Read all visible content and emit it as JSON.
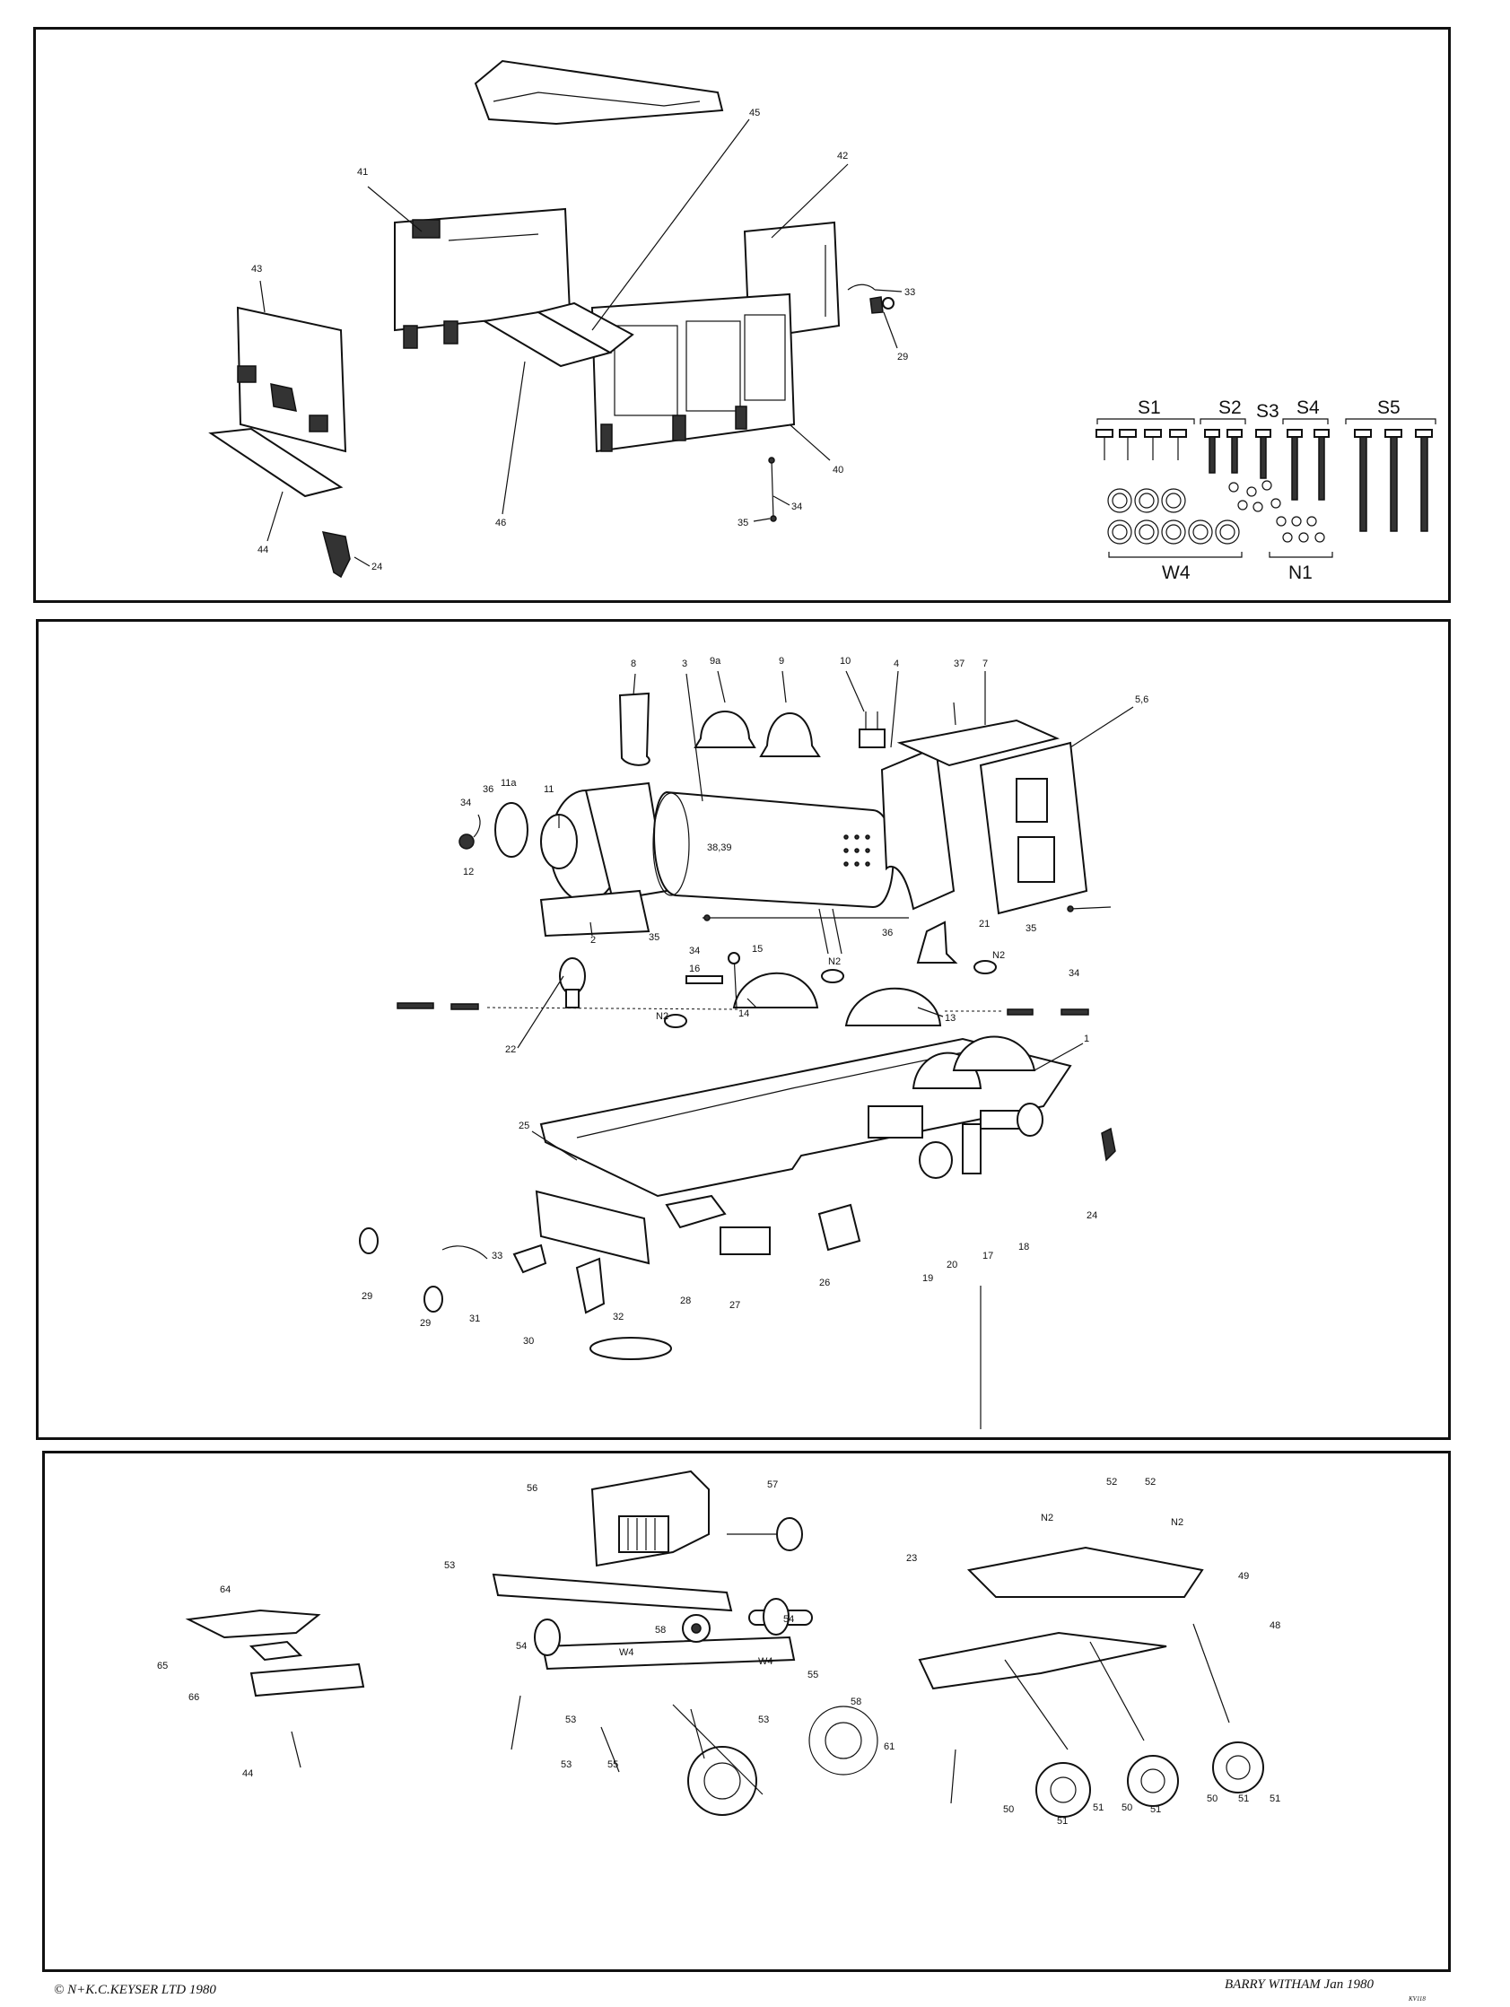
{
  "panels": {
    "top": {
      "part_labels": [
        "45",
        "41",
        "42",
        "43",
        "33",
        "29",
        "40",
        "46",
        "44",
        "24",
        "34",
        "35"
      ],
      "hardware": {
        "screws": [
          "S1",
          "S2",
          "S3",
          "S4",
          "S5"
        ],
        "washers": "W4",
        "nuts": "N1"
      }
    },
    "middle": {
      "part_labels": [
        "8",
        "3",
        "9a",
        "9",
        "10",
        "4",
        "37",
        "7",
        "5,6",
        "36",
        "11a",
        "11",
        "34",
        "12",
        "38,39",
        "2",
        "35",
        "34",
        "36",
        "21",
        "35",
        "34",
        "14",
        "13",
        "16",
        "15",
        "N2",
        "N2",
        "22",
        "N2",
        "1",
        "25",
        "33",
        "29",
        "29",
        "31",
        "30",
        "32",
        "28",
        "27",
        "26",
        "19",
        "20",
        "17",
        "18",
        "24"
      ]
    },
    "bottom": {
      "part_labels": [
        "57",
        "56",
        "23",
        "52",
        "52",
        "N2",
        "N2",
        "53",
        "49",
        "64",
        "58",
        "54",
        "48",
        "54",
        "W4",
        "W4",
        "55",
        "65",
        "66",
        "58",
        "53",
        "44",
        "53",
        "55",
        "53",
        "61",
        "51",
        "51",
        "51",
        "51",
        "50",
        "50",
        "50",
        "51"
      ]
    }
  },
  "footer": {
    "copyright": "© N+K.C.KEYSER LTD 1980",
    "signature": "BARRY WITHAM Jan 1980",
    "ref": "KV118"
  }
}
